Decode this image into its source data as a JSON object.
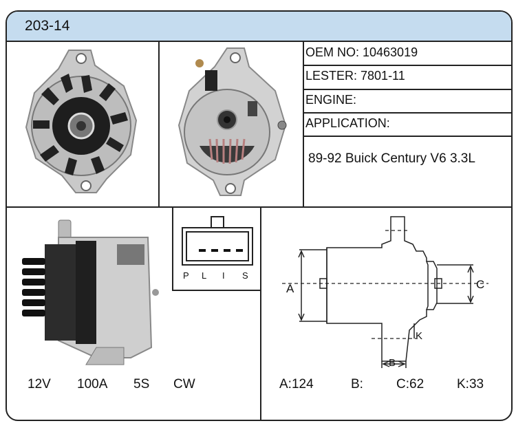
{
  "header": {
    "title": "203-14"
  },
  "info": {
    "oem": "OEM NO: 10463019",
    "lester": "LESTER: 7801-11",
    "engine": "ENGINE:",
    "application_label": "APPLICATION:",
    "application_value": "89-92 Buick Century V6 3.3L"
  },
  "specs": {
    "voltage": "12V",
    "current": "100A",
    "groove": "5S",
    "rotation": "CW"
  },
  "plug": {
    "pins": [
      "P",
      "L",
      "I",
      "S"
    ]
  },
  "diagram": {
    "label_a": "A",
    "label_b": "B",
    "label_c": "C",
    "label_k": "K"
  },
  "dimensions": {
    "a": "A:124",
    "b": "B:",
    "c": "C:62",
    "k": "K:33"
  },
  "colors": {
    "header_bg": "#c5dcef",
    "border": "#222222"
  }
}
